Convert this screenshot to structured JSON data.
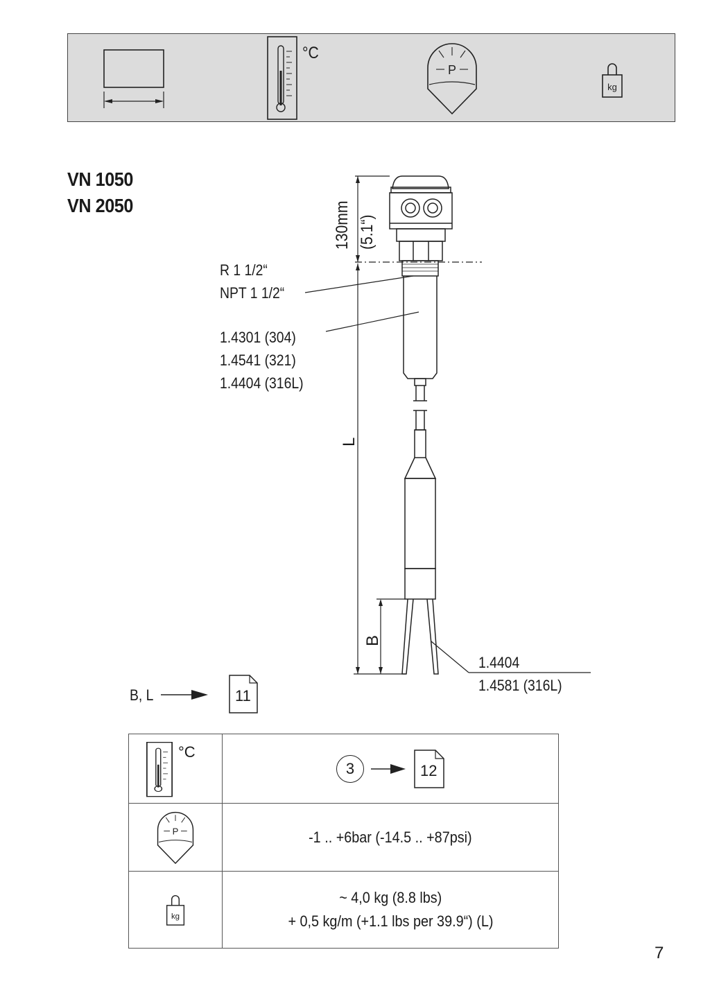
{
  "header": {
    "temperature_unit": "°C",
    "pressure_symbol": "P",
    "weight_unit": "kg"
  },
  "models": [
    "VN 1050",
    "VN 2050"
  ],
  "drawing": {
    "dimension_mm": "130mm",
    "dimension_in": "(5.1“)",
    "thread_r": "R 1 1/2“",
    "thread_npt": "NPT 1 1/2“",
    "tube_material": [
      "1.4301 (304)",
      "1.4541 (321)",
      "1.4404 (316L)"
    ],
    "length_label": "L",
    "fork_length_label": "B",
    "fork_material": [
      "1.4404",
      "1.4581 (316L)"
    ]
  },
  "reference": {
    "label": "B, L",
    "page": "11"
  },
  "spec_table": {
    "temperature": {
      "unit": "°C",
      "note_number": "3",
      "page": "12"
    },
    "pressure": {
      "symbol": "P",
      "value": "-1 .. +6bar (-14.5 .. +87psi)"
    },
    "weight": {
      "unit": "kg",
      "line1": "~ 4,0 kg (8.8 lbs)",
      "line2": "+ 0,5 kg/m (+1.1 lbs per 39.9“)  (L)"
    }
  },
  "page_number": "7"
}
